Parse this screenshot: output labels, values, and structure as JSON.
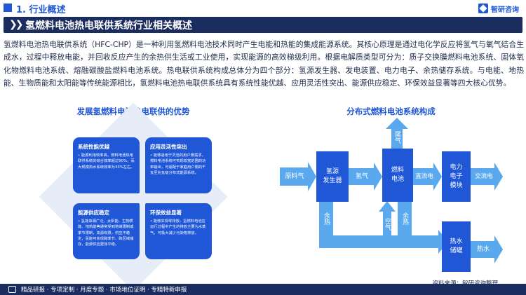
{
  "header": {
    "section_title": "1. 行业概述",
    "logo_text": "智研咨询"
  },
  "banner": {
    "title": "氢燃料电池热电联供系统行业相关概述"
  },
  "intro": {
    "paragraph": "氢燃料电池热电联供系统（HFC-CHP）是一种利用氢燃料电池技术同时产生电能和热能的集成能源系统。其核心原理是通过电化学反应将氢气与氧气结合生成水，过程中释放电能，并回收反应产生的余热供生活或工业使用，实现能源的高效梯级利用。根据电解质类型可分为：质子交换膜燃料电池系统、固体氧化物燃料电池系统、熔融碳酸盐燃料电池系统。热电联供系统构成总体分为四个部分：氢源发生器、发电装置、电力电子、余热储存系统。与电能、地热能、生物质能和太阳能等传统能源相比，氢燃料电池热电联供系统具有系统性能优越、应用灵活性突出、能源供应稳定、环保效益显著等四大核心优势。"
  },
  "advantages": {
    "title": "发展氢燃料电池热电联供的优势",
    "cards": [
      {
        "title": "系统性能优越",
        "body": "• 能源利用效率高，燃料电池热电联供系统的综合效率超过90%，而大规模热水系统效率为33%左右。"
      },
      {
        "title": "应用灵活性突出",
        "body": "• 能够适用于灵活的用户侧需求，燃料电池系统可实现较宽范围的功率输出，可适配于家庭用户侧的千瓦至兆瓦级分布式能源系统。"
      },
      {
        "title": "能源供应稳定",
        "body": "• 氢能来源广泛，太阳能、生物质能、地热能等通常受到地域限制或季节限制，来源有限，供应不稳定，氢能可实现跨季节、跨区域储存，能源供应更加平稳。"
      },
      {
        "title": "环保效益显著",
        "body": "• 能够实现零排放，氢燃料电池在运行过程中产生的排放主要为水蒸气，可极大减少污染物排放。"
      }
    ]
  },
  "flow": {
    "title": "分布式燃料电池系统构成",
    "raw_gas": "原料气",
    "hydrogen_source": "氢源\n发生器",
    "hydrogen": "氢气",
    "fuel_cell": "燃料\n电池",
    "tail_gas": "尾气",
    "dc": "直流电",
    "power_module": "电力\n电子\n模块",
    "ac": "交流电",
    "air": "空气",
    "heat_left": "余热",
    "heat_right": "余热",
    "hot_water_tank": "热水\n储罐",
    "hot_water": "热水"
  },
  "source": "资料来源：智研咨询整理",
  "footer": {
    "text": "精品研报 · 专项定制 · 月度专题 · 市场地位证明 · 专精特新申报"
  },
  "colors": {
    "primary": "#1f57d6",
    "navy": "#1b2c5e",
    "light_arrow": "#5aa9ef",
    "panel_bg": "#e6edf8"
  }
}
